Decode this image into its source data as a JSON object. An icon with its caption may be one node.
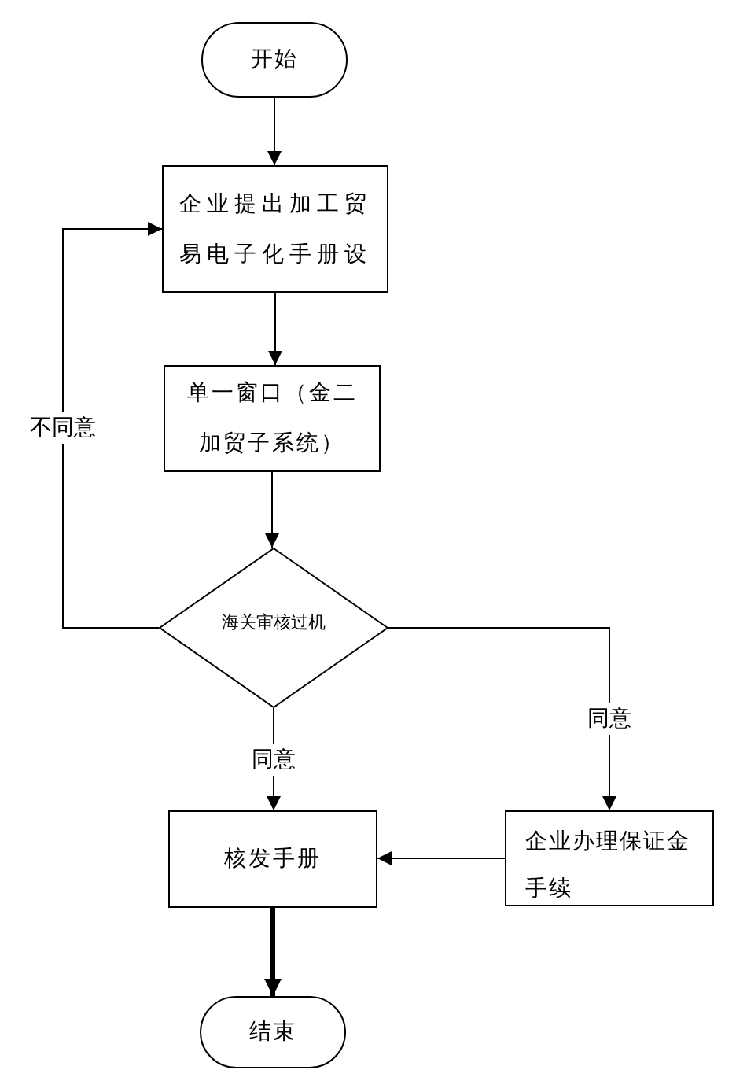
{
  "diagram": {
    "nodes": [
      {
        "text": [
          "开始"
        ]
      },
      {
        "text": [
          "企业提出加工贸易电子化手册设"
        ]
      },
      {
        "text": [
          "单一窗口（金二加贸子系统）"
        ]
      },
      {
        "text": [
          "海关审核过机"
        ]
      },
      {
        "text": [
          "核发手册"
        ]
      },
      {
        "text": [
          "企业办理保证金手续"
        ]
      },
      {
        "text": [
          "结束"
        ]
      }
    ],
    "edges": [
      {
        "from": 0,
        "to": 1,
        "arrow": "to"
      },
      {
        "from": 1,
        "to": 2,
        "arrow": "to"
      },
      {
        "from": 2,
        "to": 3,
        "arrow": "to"
      },
      {
        "from": 3,
        "to": 1,
        "arrow": "to",
        "label": "不同意"
      },
      {
        "from": 3,
        "to": 4,
        "arrow": "to",
        "label": "同意"
      },
      {
        "from": 3,
        "to": 5,
        "arrow": "to",
        "label": "同意"
      },
      {
        "from": 5,
        "to": 4,
        "arrow": "to"
      },
      {
        "from": 4,
        "to": 6,
        "arrow": "to",
        "style": "thick"
      }
    ]
  }
}
